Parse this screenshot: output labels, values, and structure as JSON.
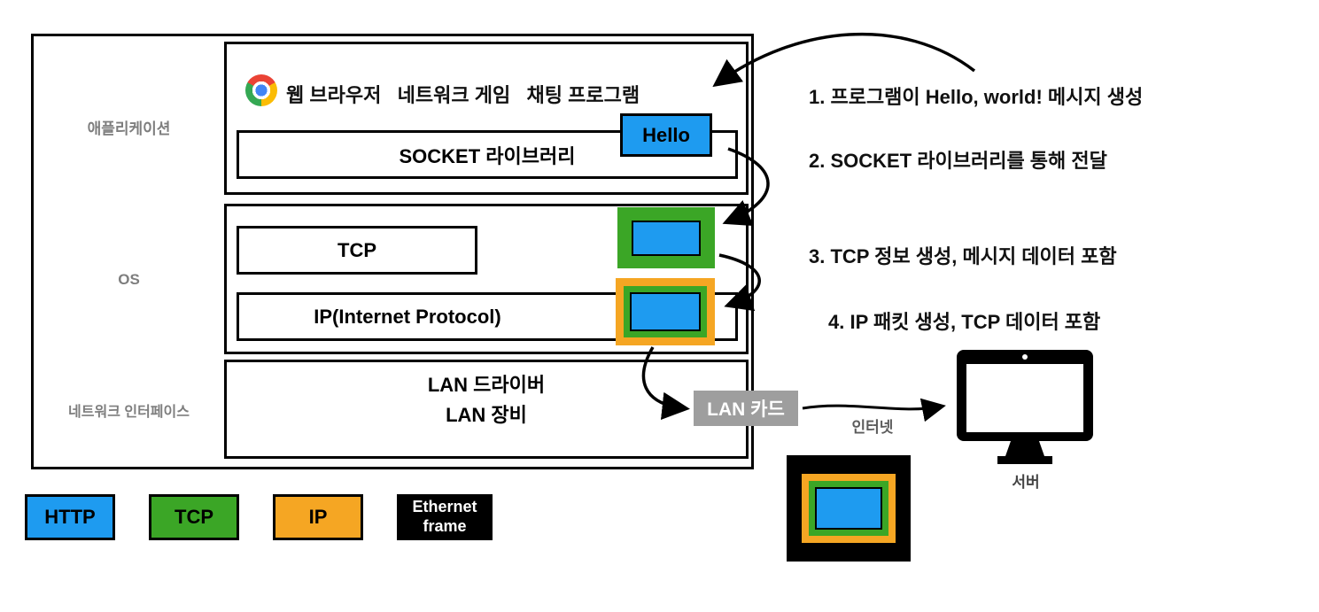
{
  "layers": {
    "application": "애플리케이션",
    "os": "OS",
    "network_interface": "네트워크 인터페이스"
  },
  "application": {
    "programs": "웹 브라우저   네트워크 게임   채팅 프로그램",
    "socket_library": "SOCKET 라이브러리",
    "hello_message": "Hello"
  },
  "os": {
    "tcp": "TCP",
    "ip": "IP(Internet Protocol)"
  },
  "network_interface": {
    "line1": "LAN 드라이버",
    "line2": "LAN 장비"
  },
  "annotations": [
    "1. 프로그램이 Hello, world! 메시지 생성",
    "2. SOCKET 라이브러리를 통해 전달",
    "3. TCP 정보 생성, 메시지 데이터 포함",
    "4. IP 패킷 생성, TCP 데이터 포함"
  ],
  "labels": {
    "lan_card": "LAN 카드",
    "internet": "인터넷",
    "server": "서버"
  },
  "legend": {
    "http": "HTTP",
    "tcp": "TCP",
    "ip": "IP",
    "ethernet_line1": "Ethernet",
    "ethernet_line2": "frame"
  },
  "icons": {
    "browser": "chrome-browser-icon",
    "server": "server-monitor-icon"
  },
  "colors": {
    "http_blue": "#1E9BF0",
    "tcp_green": "#3BA626",
    "ip_orange": "#F5A623",
    "ethernet_black": "#000000",
    "lan_card_gray": "#9E9E9E"
  }
}
